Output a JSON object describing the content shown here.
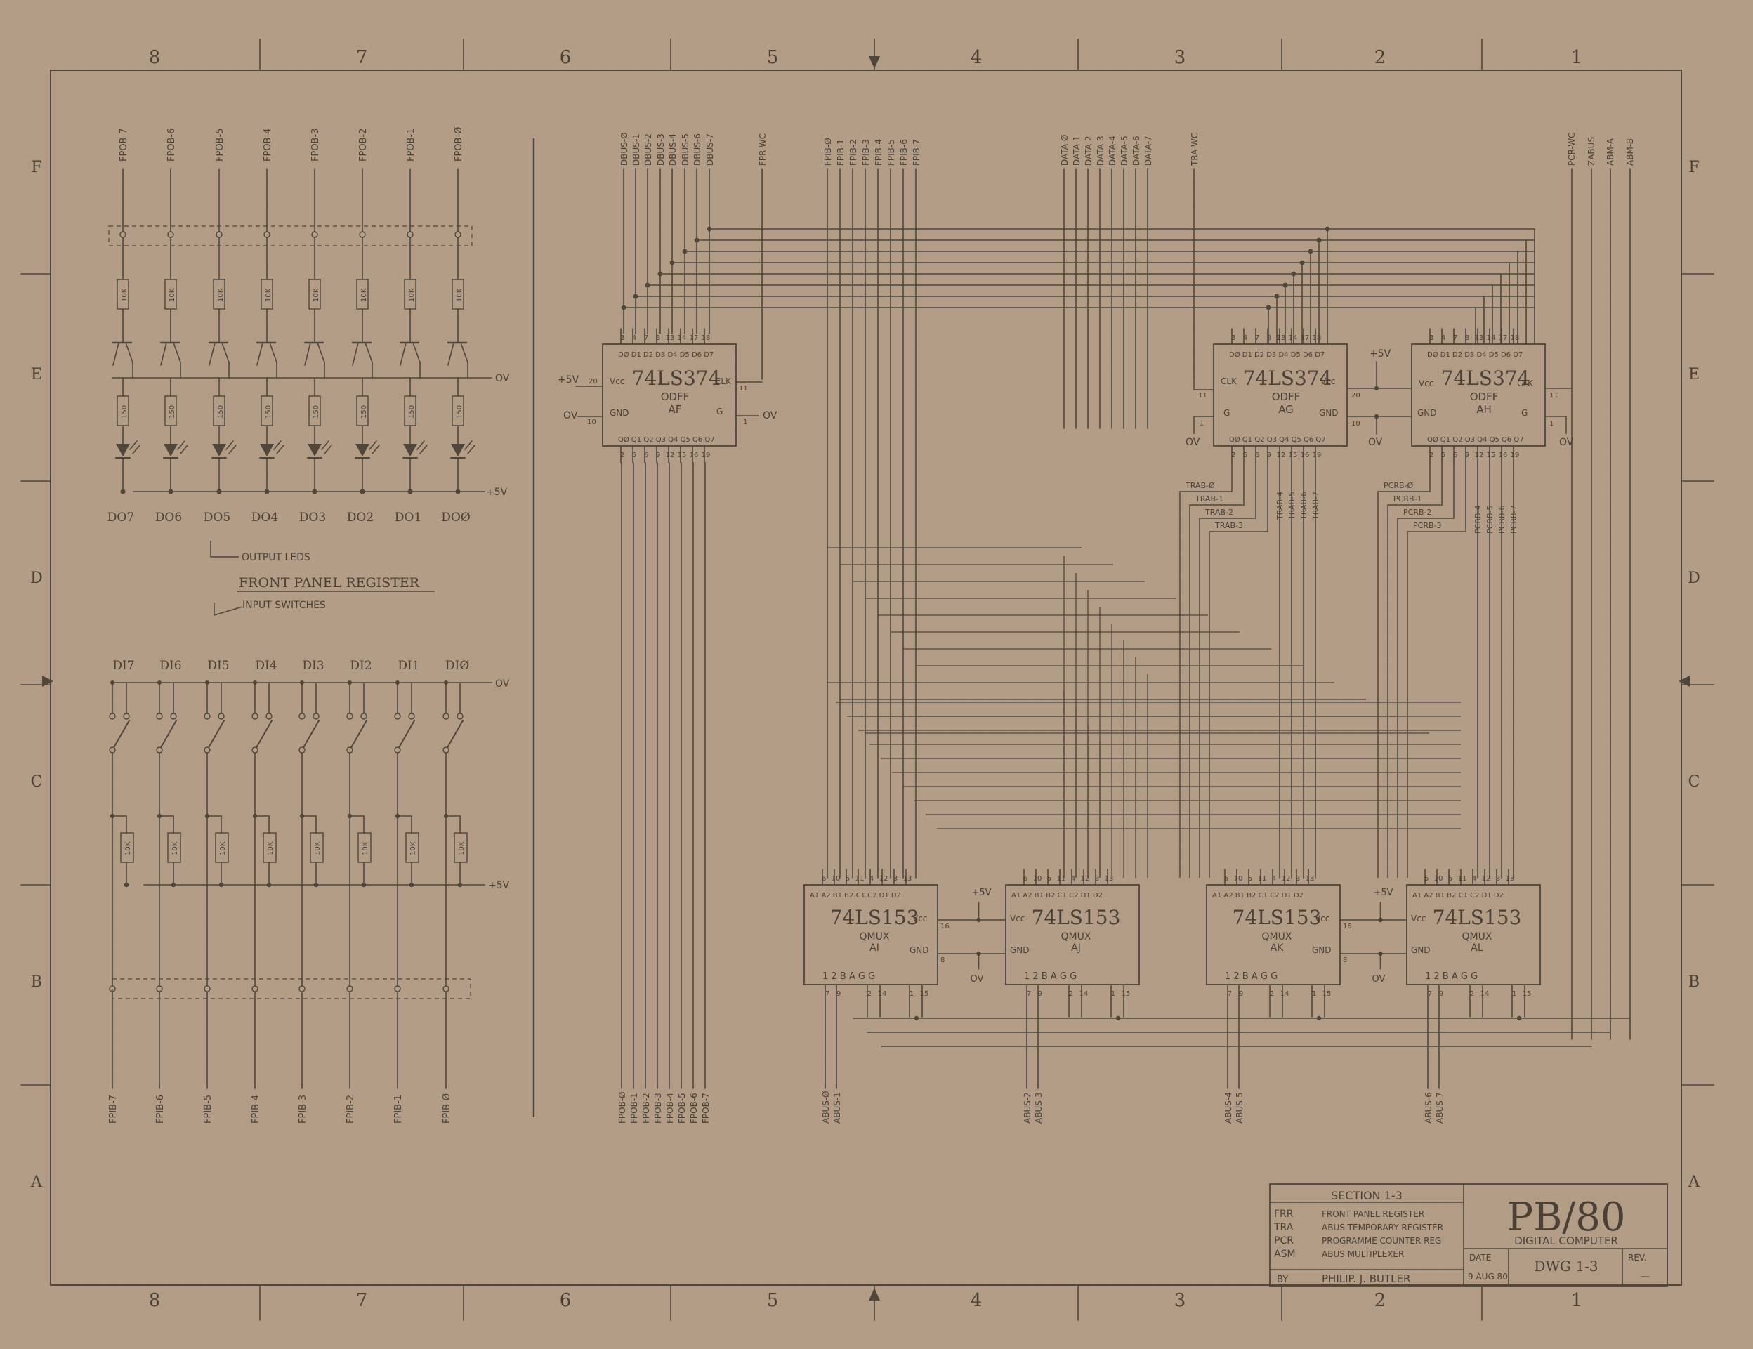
{
  "drawing": {
    "zone_columns": [
      "8",
      "7",
      "6",
      "5",
      "4",
      "3",
      "2",
      "1"
    ],
    "zone_rows": [
      "F",
      "E",
      "D",
      "C",
      "B",
      "A"
    ]
  },
  "front_panel": {
    "output_lines": [
      "FPOB-7",
      "FPOB-6",
      "FPOB-5",
      "FPOB-4",
      "FPOB-3",
      "FPOB-2",
      "FPOB-1",
      "FPOB-Ø"
    ],
    "pullup_resistor": "10K",
    "led_resistor": "150",
    "led_labels": [
      "DO7",
      "DO6",
      "DO5",
      "DO4",
      "DO3",
      "DO2",
      "DO1",
      "DOØ"
    ],
    "ov_label": "OV",
    "plus5_label": "+5V",
    "output_leds_label": "OUTPUT LEDS",
    "title": "FRONT PANEL REGISTER",
    "input_switches_label": "INPUT SWITCHES",
    "switch_labels": [
      "DI7",
      "DI6",
      "DI5",
      "DI4",
      "DI3",
      "DI2",
      "DI1",
      "DIØ"
    ],
    "input_lines": [
      "FPIB-7",
      "FPIB-6",
      "FPIB-5",
      "FPIB-4",
      "FPIB-3",
      "FPIB-2",
      "FPIB-1",
      "FPIB-Ø"
    ]
  },
  "buses": {
    "dbus": [
      "DBUS-Ø",
      "DBUS-1",
      "DBUS-2",
      "DBUS-3",
      "DBUS-4",
      "DBUS-5",
      "DBUS-6",
      "DBUS-7"
    ],
    "fpr_wc": "FPR-WC",
    "fpib": [
      "FPIB-Ø",
      "FPIB-1",
      "FPIB-2",
      "FPIB-3",
      "FPIB-4",
      "FPIB-5",
      "FPIB-6",
      "FPIB-7"
    ],
    "data": [
      "DATA-Ø",
      "DATA-1",
      "DATA-2",
      "DATA-3",
      "DATA-4",
      "DATA-5",
      "DATA-6",
      "DATA-7"
    ],
    "tra_wc": "TRA-WC",
    "pcr_wc": "PCR-WC",
    "zabus": "ZABUS",
    "abm_a": "ABM-A",
    "abm_b": "ABM-B",
    "fpob_bottom": [
      "FPOB-Ø",
      "FPOB-1",
      "FPOB-2",
      "FPOB-3",
      "FPOB-4",
      "FPOB-5",
      "FPOB-6",
      "FPOB-7"
    ],
    "abus_groups": [
      [
        "ABUS-Ø",
        "ABUS-1"
      ],
      [
        "ABUS-2",
        "ABUS-3"
      ],
      [
        "ABUS-4",
        "ABUS-5"
      ],
      [
        "ABUS-6",
        "ABUS-7"
      ]
    ],
    "trab": [
      "TRAB-Ø",
      "TRAB-1",
      "TRAB-2",
      "TRAB-3"
    ],
    "trab_vertical": [
      "TRAB-4",
      "TRAB-5",
      "TRAB-6",
      "TRAB-7"
    ],
    "pcrb": [
      "PCRB-Ø",
      "PCRB-1",
      "PCRB-2",
      "PCRB-3"
    ],
    "pcrb_vertical": [
      "PCRB-4",
      "PCRB-5",
      "PCRB-6",
      "PCRB-7"
    ]
  },
  "chips_374": [
    {
      "id": "AF",
      "part": "74LS374",
      "type": "ODFF",
      "top_pins": [
        "3",
        "4",
        "7",
        "8",
        "13",
        "14",
        "17",
        "18"
      ],
      "bottom_pins": [
        "2",
        "5",
        "6",
        "9",
        "12",
        "15",
        "16",
        "19"
      ],
      "d_labels": "DØ D1 D2 D3 D4 D5 D6 D7",
      "q_labels": "QØ Q1 Q2 Q3 Q4 Q5 Q6 Q7",
      "vcc": "Vcc",
      "vcc_pin": "20",
      "gnd": "GND",
      "gnd_pin": "10",
      "clk": "CLK",
      "clk_pin": "11",
      "oe": "G",
      "oe_pin": "1",
      "supply": "+5V",
      "ground": "OV",
      "oe_net": "OV"
    },
    {
      "id": "AG",
      "part": "74LS374",
      "type": "ODFF",
      "top_pins": [
        "3",
        "4",
        "7",
        "8",
        "13",
        "14",
        "17",
        "18"
      ],
      "bottom_pins": [
        "2",
        "5",
        "6",
        "9",
        "12",
        "15",
        "16",
        "19"
      ],
      "d_labels": "DØ D1 D2 D3 D4 D5 D6 D7",
      "q_labels": "QØ Q1 Q2 Q3 Q4 Q5 Q6 Q7",
      "clk": "CLK",
      "clk_pin": "11",
      "oe": "G",
      "oe_pin": "1",
      "vcc": "Vcc",
      "vcc_pin": "20",
      "gnd": "GND",
      "gnd_pin": "10",
      "supply": "+5V",
      "ground": "OV"
    },
    {
      "id": "AH",
      "part": "74LS374",
      "type": "ODFF",
      "top_pins": [
        "3",
        "4",
        "7",
        "8",
        "13",
        "14",
        "17",
        "18"
      ],
      "bottom_pins": [
        "2",
        "5",
        "6",
        "9",
        "12",
        "15",
        "16",
        "19"
      ],
      "d_labels": "DØ D1 D2 D3 D4 D5 D6 D7",
      "q_labels": "QØ Q1 Q2 Q3 Q4 Q5 Q6 Q7",
      "vcc": "Vcc",
      "gnd": "GND",
      "clk": "CLK",
      "clk_pin": "11",
      "oe": "G",
      "oe_pin": "1",
      "ground": "OV"
    }
  ],
  "chips_153": [
    {
      "id": "AI",
      "part": "74LS153",
      "type": "QMUX",
      "top_pins": [
        "6",
        "10",
        "5",
        "11",
        "4",
        "12",
        "3",
        "13"
      ],
      "top_labels": "A1 A2 B1 B2 C1 C2 D1 D2",
      "bottom_labels": "1 2   B A   G G",
      "bottom_pins": [
        "7",
        "9",
        "2",
        "14",
        "1",
        "15"
      ],
      "vcc": "Vcc",
      "gnd": "GND"
    },
    {
      "id": "AJ",
      "part": "74LS153",
      "type": "QMUX",
      "top_pins": [
        "6",
        "10",
        "5",
        "11",
        "4",
        "12",
        "3",
        "13"
      ],
      "top_labels": "A1 A2 B1 B2 C1 C2 D1 D2",
      "bottom_labels": "1 2   B A   G G",
      "bottom_pins": [
        "7",
        "9",
        "2",
        "14",
        "1",
        "15"
      ],
      "vcc": "Vcc",
      "gnd": "GND"
    },
    {
      "id": "AK",
      "part": "74LS153",
      "type": "QMUX",
      "top_pins": [
        "6",
        "10",
        "5",
        "11",
        "4",
        "12",
        "3",
        "13"
      ],
      "top_labels": "A1 A2 B1 B2 C1 C2 D1 D2",
      "bottom_labels": "1 2   B A   G G",
      "bottom_pins": [
        "7",
        "9",
        "2",
        "14",
        "1",
        "15"
      ],
      "vcc": "Vcc",
      "gnd": "GND"
    },
    {
      "id": "AL",
      "part": "74LS153",
      "type": "QMUX",
      "top_pins": [
        "6",
        "10",
        "5",
        "11",
        "4",
        "12",
        "3",
        "13"
      ],
      "top_labels": "A1 A2 B1 B2 C1 C2 D1 D2",
      "bottom_labels": "1 2   B A   G G",
      "bottom_pins": [
        "7",
        "9",
        "2",
        "14",
        "1",
        "15"
      ],
      "vcc": "Vcc",
      "gnd": "GND"
    }
  ],
  "mux_power": {
    "plus5": "+5V",
    "ov": "OV",
    "vcc_pin": "16",
    "gnd_pin": "8"
  },
  "title_block": {
    "section": "SECTION 1-3",
    "abbreviations": [
      {
        "abbr": "FRR",
        "text": "FRONT PANEL REGISTER"
      },
      {
        "abbr": "TRA",
        "text": "ABUS TEMPORARY REGISTER"
      },
      {
        "abbr": "PCR",
        "text": "PROGRAMME COUNTER REG"
      },
      {
        "abbr": "ASM",
        "text": "ABUS MULTIPLEXER"
      }
    ],
    "by_label": "BY",
    "author": "PHILIP. J. BUTLER",
    "logo": "PB/80",
    "subtitle": "DIGITAL COMPUTER",
    "date_label": "DATE",
    "date": "9 AUG 80",
    "dwg": "DWG 1-3",
    "rev_label": "REV.",
    "rev": "—"
  }
}
